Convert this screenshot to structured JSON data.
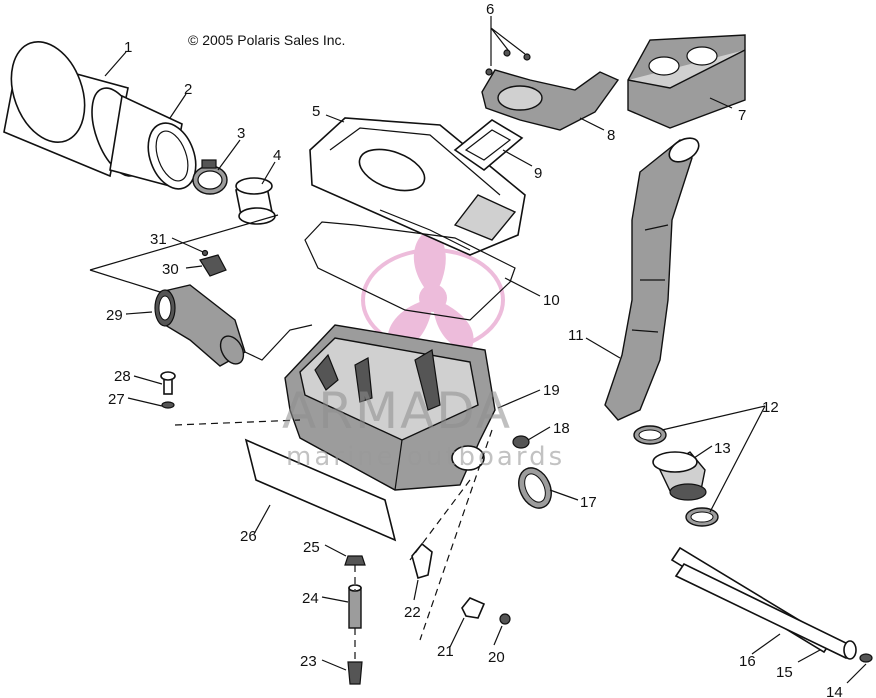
{
  "copyright": "© 2005 Polaris Sales Inc.",
  "watermark": {
    "brand": "ARMADA",
    "tagline": "marine outboards",
    "color": "#e8a6cf"
  },
  "callouts": [
    "1",
    "2",
    "3",
    "4",
    "5",
    "6",
    "7",
    "8",
    "9",
    "10",
    "11",
    "12",
    "13",
    "14",
    "15",
    "16",
    "17",
    "18",
    "19",
    "20",
    "21",
    "22",
    "23",
    "24",
    "25",
    "26",
    "27",
    "28",
    "29",
    "30",
    "31"
  ]
}
